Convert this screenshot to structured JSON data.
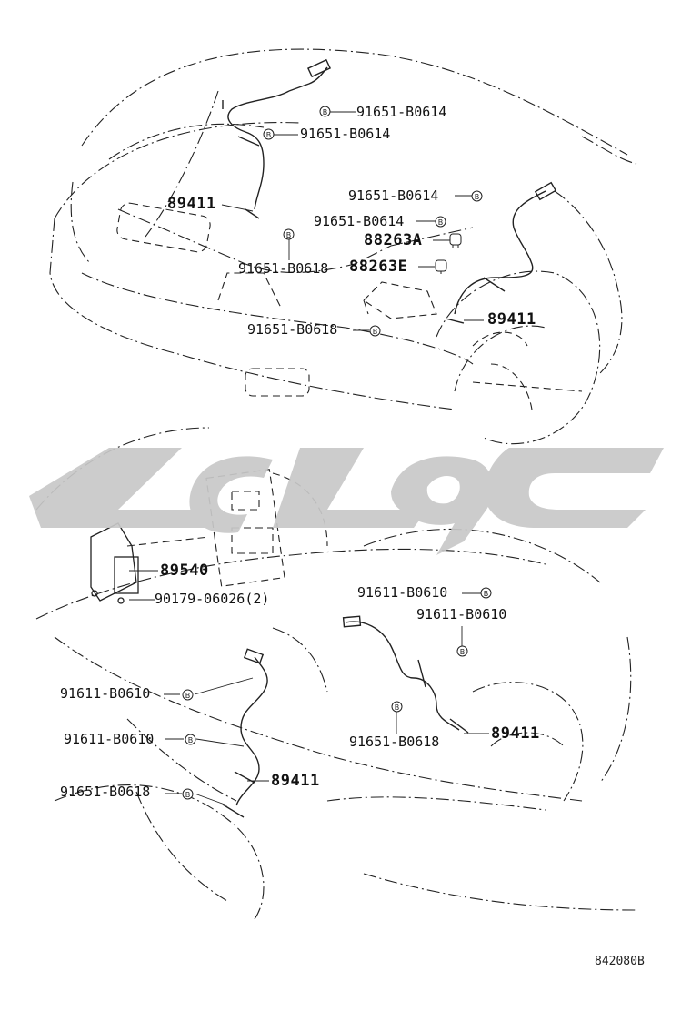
{
  "diagram": {
    "callouts": [
      {
        "id": "c1",
        "text": "91651-B0614",
        "marker": "B"
      },
      {
        "id": "c2",
        "text": "91651-B0614",
        "marker": "B"
      },
      {
        "id": "c3",
        "text": "89411"
      },
      {
        "id": "c4",
        "text": "91651-B0614",
        "marker": "B"
      },
      {
        "id": "c5",
        "text": "91651-B0614",
        "marker": "B"
      },
      {
        "id": "c6",
        "text": "88263A"
      },
      {
        "id": "c7",
        "text": "91651-B0618",
        "marker": "B"
      },
      {
        "id": "c8",
        "text": "88263E"
      },
      {
        "id": "c9",
        "text": "91651-B0618",
        "marker": "B"
      },
      {
        "id": "c10",
        "text": "89411"
      },
      {
        "id": "c11",
        "text": "89540"
      },
      {
        "id": "c12",
        "text": "90179-06026(2)"
      },
      {
        "id": "c13",
        "text": "91611-B0610",
        "marker": "B"
      },
      {
        "id": "c14",
        "text": "91611-B0610",
        "marker": "B"
      },
      {
        "id": "c15",
        "text": "91611-B0610",
        "marker": "B"
      },
      {
        "id": "c16",
        "text": "91611-B0610",
        "marker": "B"
      },
      {
        "id": "c17",
        "text": "89411"
      },
      {
        "id": "c18",
        "text": "91651-B0618",
        "marker": "B"
      },
      {
        "id": "c19",
        "text": "91651-B0618",
        "marker": "B"
      },
      {
        "id": "c20",
        "text": "89411"
      }
    ],
    "diagram_code": "842080B",
    "watermark": "ایران پارت"
  },
  "colors": {
    "line": "#222222",
    "watermark": "#c8c8c8",
    "background": "#ffffff"
  }
}
